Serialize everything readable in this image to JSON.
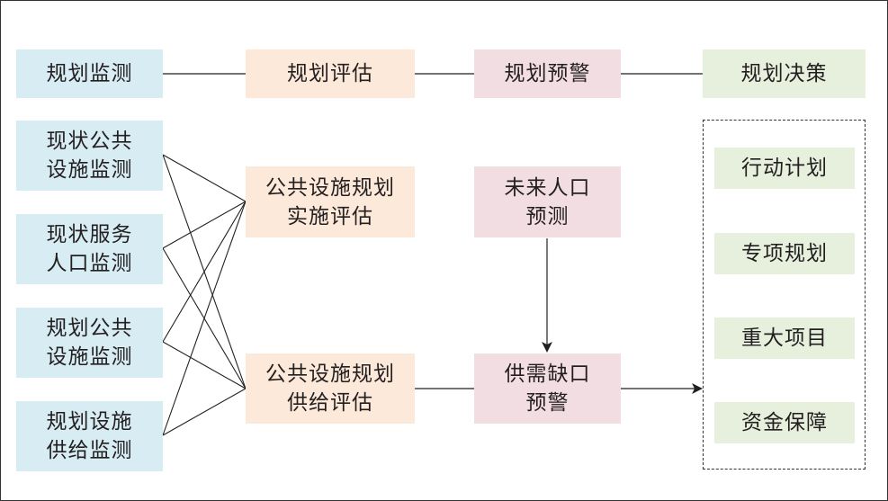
{
  "header": {
    "monitoring": "规划监测",
    "evaluation": "规划评估",
    "warning": "规划预警",
    "decision": "规划决策"
  },
  "monitors": [
    {
      "label": "现状公共\n设施监测"
    },
    {
      "label": "现状服务\n人口监测"
    },
    {
      "label": "规划公共\n设施监测"
    },
    {
      "label": "规划设施\n供给监测"
    }
  ],
  "evaluations": {
    "implementation": "公共设施规划\n实施评估",
    "supply": "公共设施规划\n供给评估"
  },
  "warnings": {
    "population": "未来人口\n预测",
    "gap": "供需缺口\n预警"
  },
  "decisions": [
    {
      "label": "行动计划"
    },
    {
      "label": "专项规划"
    },
    {
      "label": "重大项目"
    },
    {
      "label": "资金保障"
    }
  ]
}
